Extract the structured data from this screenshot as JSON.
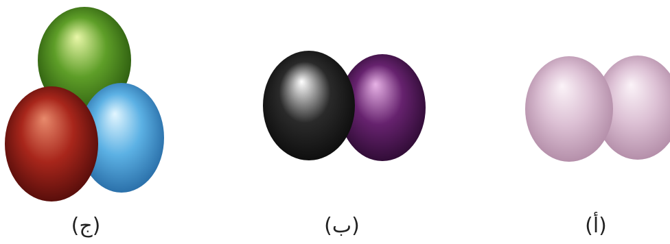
{
  "figures": [
    {
      "id": "c",
      "caption": "(ج)",
      "spheres": [
        {
          "name": "green",
          "base": "#5e9e28",
          "light": "#e9f7a8",
          "dark": "#1f4a08"
        },
        {
          "name": "blue",
          "base": "#5cb1e4",
          "light": "#e2f6ff",
          "dark": "#1a5a96"
        },
        {
          "name": "red",
          "base": "#a8261b",
          "light": "#e88a6c",
          "dark": "#3e0606"
        }
      ]
    },
    {
      "id": "b",
      "caption": "(ب)",
      "spheres": [
        {
          "name": "purple",
          "base": "#66226e",
          "light": "#e7b2e6",
          "dark": "#1f0524"
        },
        {
          "name": "black",
          "base": "#2a2a2a",
          "light": "#ffffff",
          "dark": "#050505"
        }
      ]
    },
    {
      "id": "a",
      "caption": "(أ)",
      "spheres": [
        {
          "name": "pale-pink-right",
          "base": "#dcc0d4",
          "light": "#fbf3f8",
          "dark": "#a77e9b"
        },
        {
          "name": "pale-pink-left",
          "base": "#dcc0d4",
          "light": "#fbf3f8",
          "dark": "#a77e9b"
        }
      ]
    }
  ]
}
